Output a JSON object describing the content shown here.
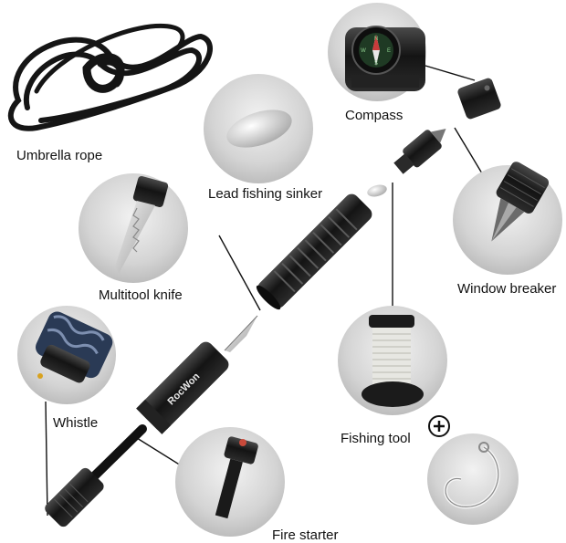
{
  "labels": {
    "umbrella_rope": "Umbrella rope",
    "compass": "Compass",
    "lead_fishing_sinker": "Lead fishing sinker",
    "multitool_knife": "Multitool knife",
    "window_breaker": "Window breaker",
    "whistle": "Whistle",
    "fishing_tool": "Fishing tool",
    "fire_starter": "Fire starter"
  },
  "brand": "RocWon",
  "plus_symbol": "+",
  "compass_letters": {
    "n": "N",
    "e": "E",
    "s": "S",
    "w": "W"
  },
  "colors": {
    "background": "#ffffff",
    "metal_dark": "#1c1c1c",
    "circle_bg": "#d9d9d9",
    "line": "#111111"
  }
}
